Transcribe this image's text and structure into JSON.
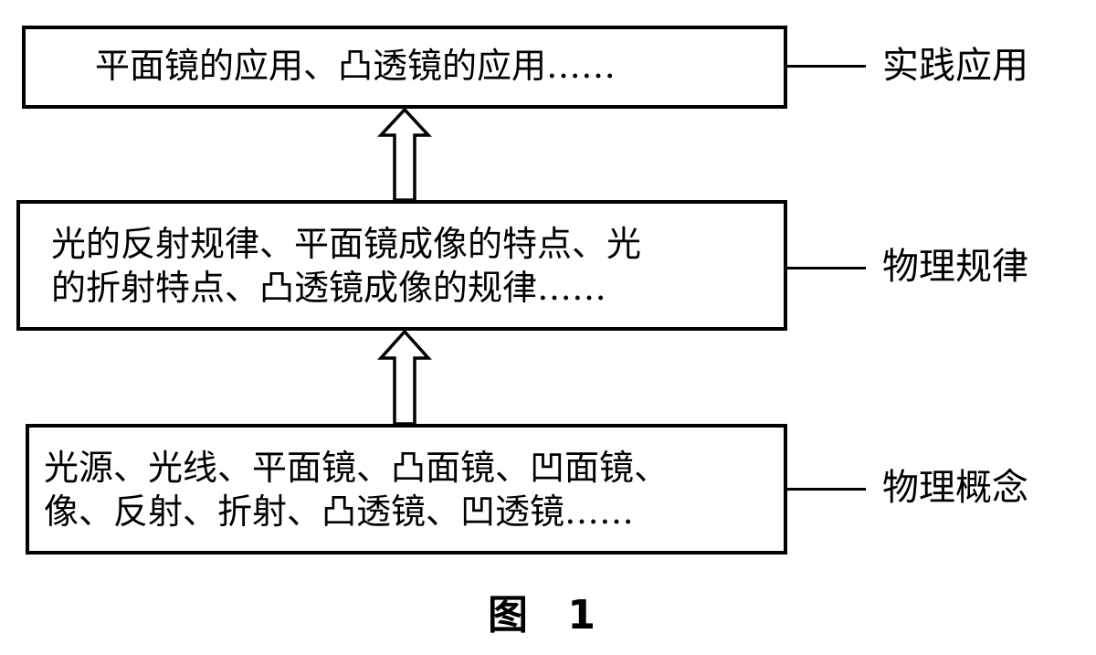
{
  "diagram": {
    "levels": [
      {
        "id": "practice",
        "box_lines": [
          "平面镜的应用、凸透镜的应用……"
        ],
        "side_label": "实践应用"
      },
      {
        "id": "laws",
        "box_lines": [
          "光的反射规律、平面镜成像的特点、光",
          "的折射特点、凸透镜成像的规律……"
        ],
        "side_label": "物理规律"
      },
      {
        "id": "concepts",
        "box_lines": [
          "光源、光线、平面镜、凸面镜、凹面镜、",
          "像、反射、折射、凸透镜、凹透镜……"
        ],
        "side_label": "物理概念"
      }
    ],
    "arrows": [
      {
        "from": "laws",
        "to": "practice",
        "icon": "hollow-up-arrow"
      },
      {
        "from": "concepts",
        "to": "laws",
        "icon": "hollow-up-arrow"
      }
    ],
    "caption": "图 1"
  },
  "colors": {
    "stroke": "#000000",
    "background": "#ffffff"
  }
}
